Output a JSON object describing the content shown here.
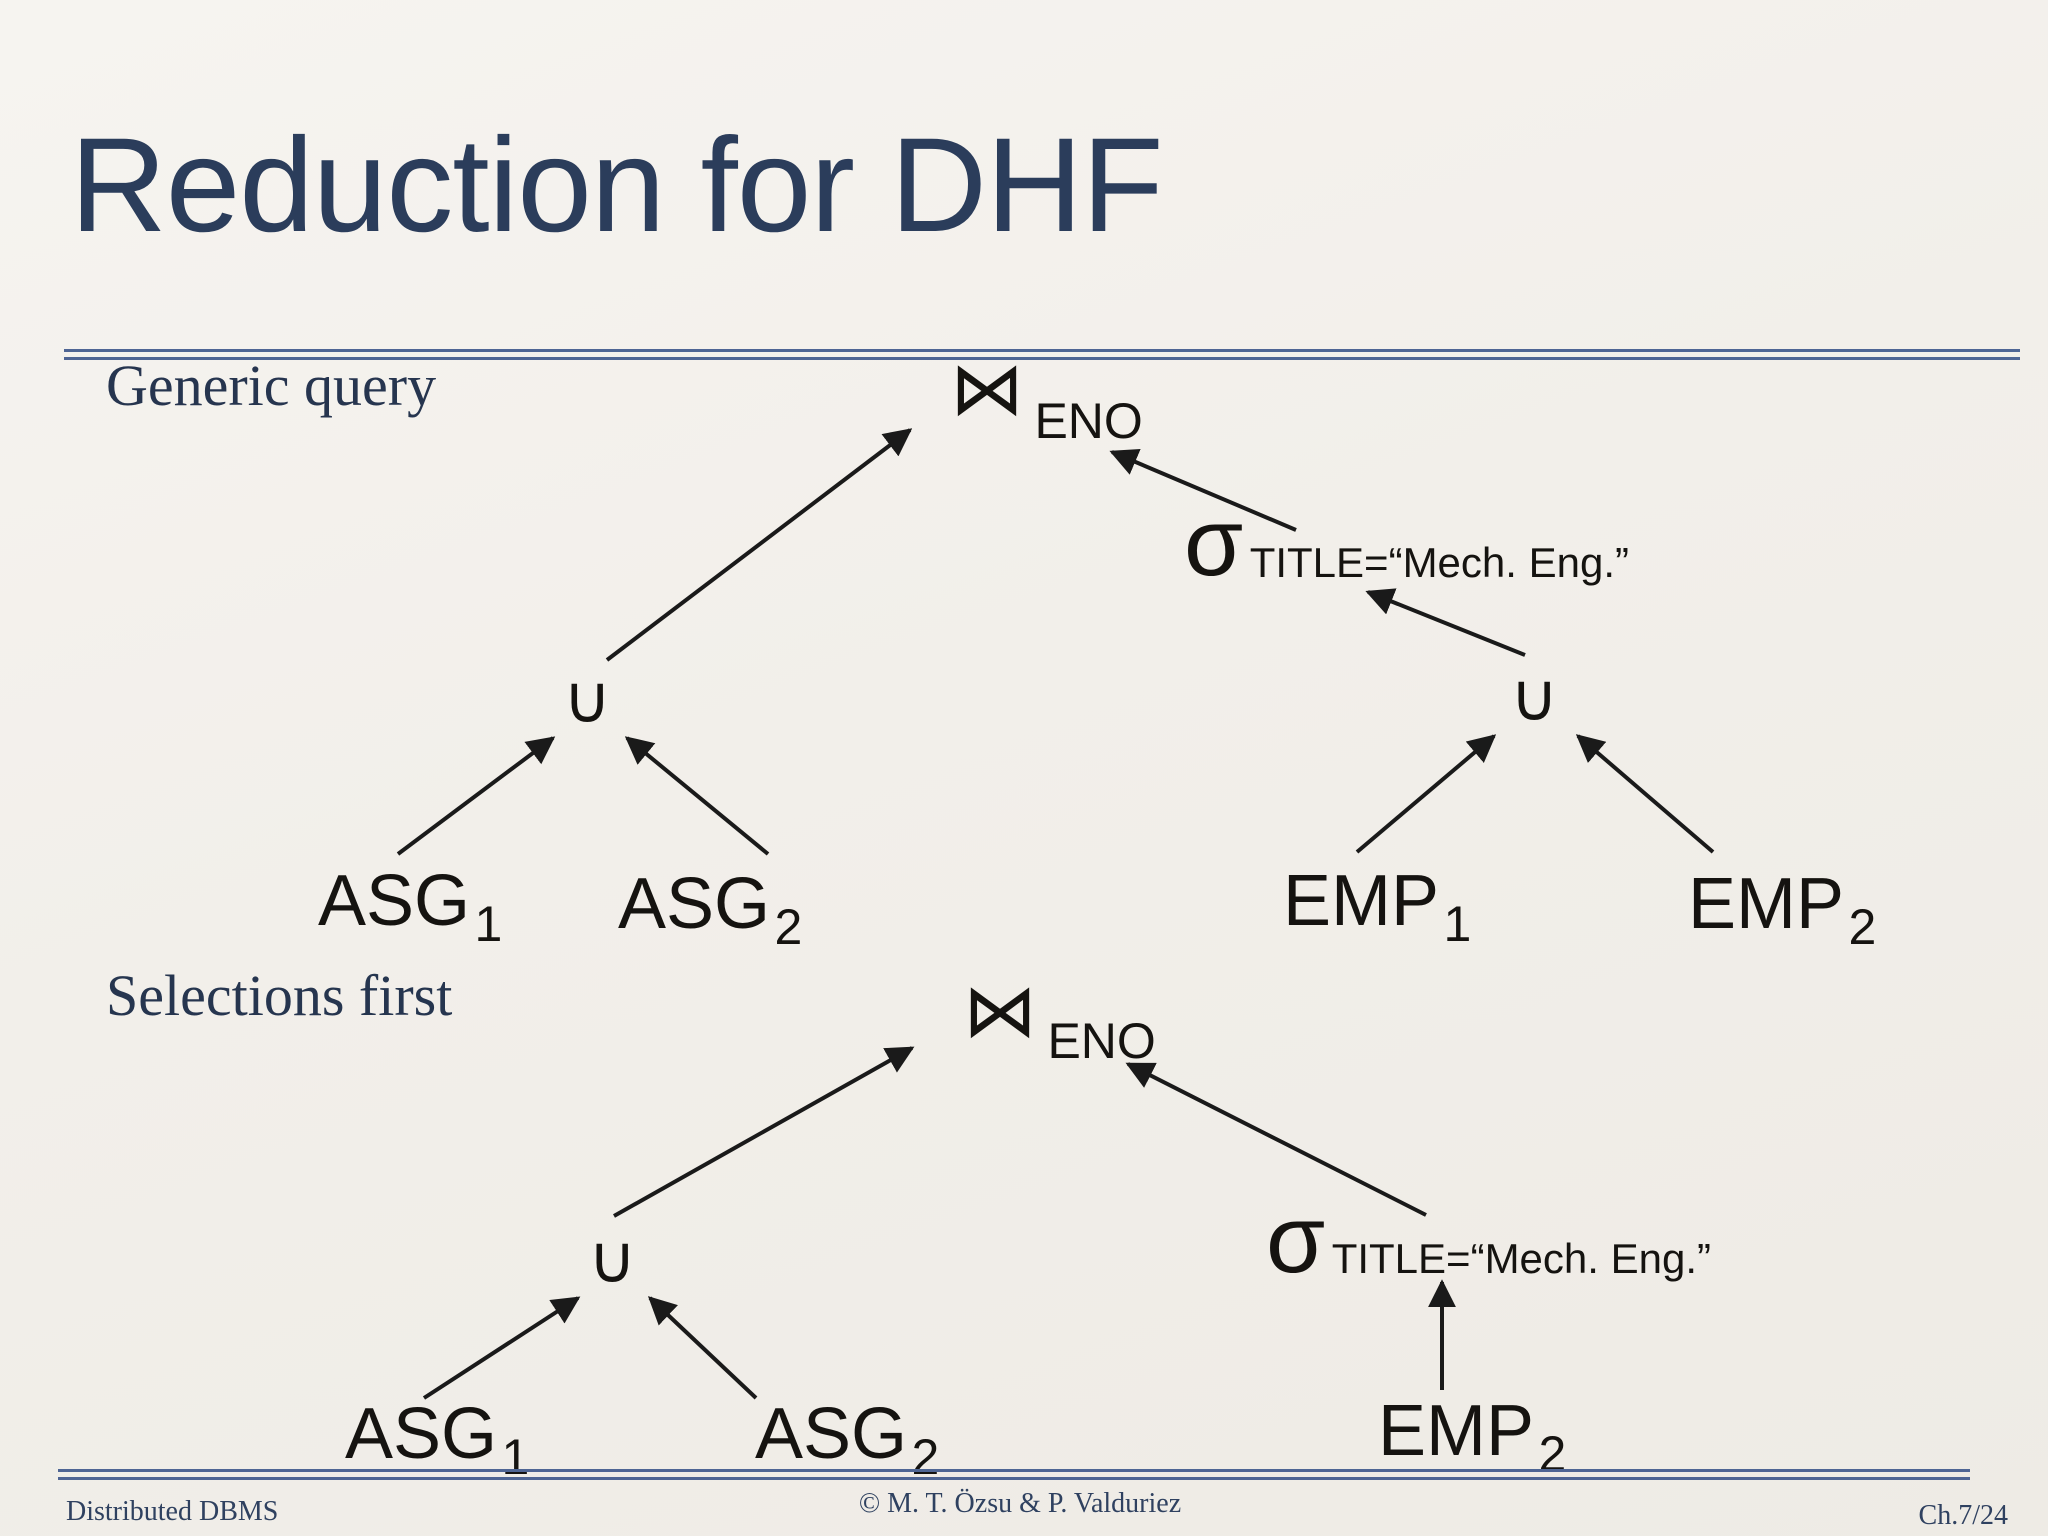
{
  "slide": {
    "title": "Reduction for DHF",
    "sections": [
      {
        "label": "Generic query"
      },
      {
        "label": "Selections first"
      }
    ],
    "footer": {
      "left": "Distributed DBMS",
      "center": "© M. T. Özsu & P. Valduriez",
      "right": "Ch.7/24"
    },
    "colors": {
      "background": "#f2efea",
      "title_navy": "#2b3d5b",
      "rule_blue": "#4e6594",
      "diagram_ink": "#151310"
    }
  },
  "symbols": {
    "join": "⋈",
    "union": "∪",
    "sigma": "σ"
  },
  "tree1": {
    "join_sub": "ENO",
    "sigma_sub": "TITLE=“Mech. Eng.”",
    "leaves": [
      {
        "base": "ASG",
        "sub": "1"
      },
      {
        "base": "ASG",
        "sub": "2"
      },
      {
        "base": "EMP",
        "sub": "1"
      },
      {
        "base": "EMP",
        "sub": "2"
      }
    ]
  },
  "tree2": {
    "join_sub": "ENO",
    "sigma_sub": "TITLE=“Mech. Eng.”",
    "leaves": [
      {
        "base": "ASG",
        "sub": "1"
      },
      {
        "base": "ASG",
        "sub": "2"
      },
      {
        "base": "EMP",
        "sub": "2"
      }
    ]
  }
}
